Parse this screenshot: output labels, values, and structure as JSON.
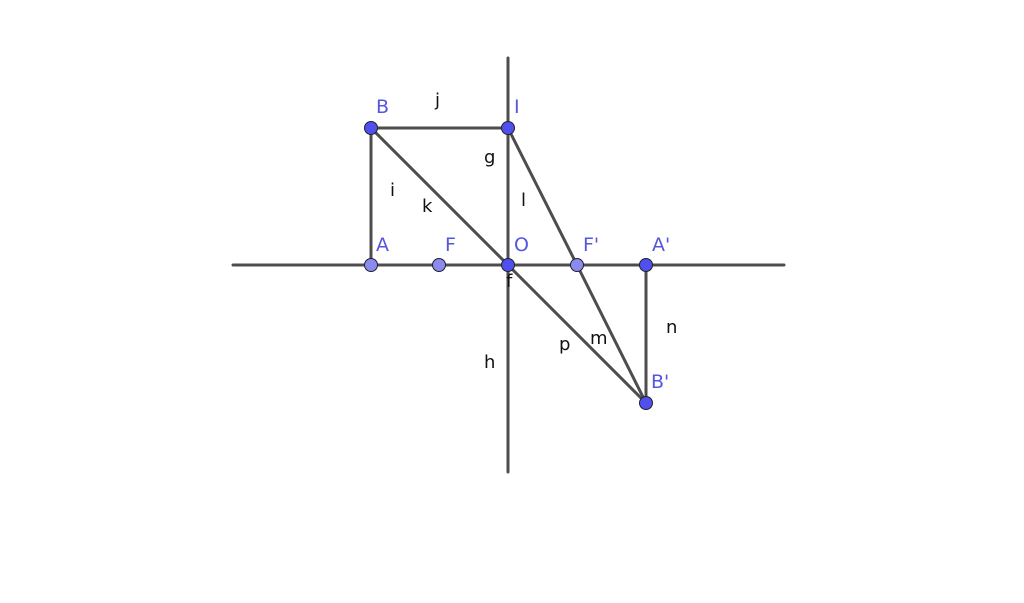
{
  "colors": {
    "line": "#4d4d4d",
    "point_free": "#5050f0",
    "point_dependent": "#8a8af0",
    "point_label": "#5555dd"
  },
  "points": {
    "A": "A",
    "F": "F",
    "O": "O",
    "F_prime": "F'",
    "A_prime": "A'",
    "B": "B",
    "I": "I",
    "B_prime": "B'"
  },
  "segments": {
    "f": "f",
    "g": "g",
    "h": "h",
    "i": "i",
    "j": "j",
    "k": "k",
    "l": "l",
    "m": "m",
    "n": "n",
    "p": "p"
  }
}
